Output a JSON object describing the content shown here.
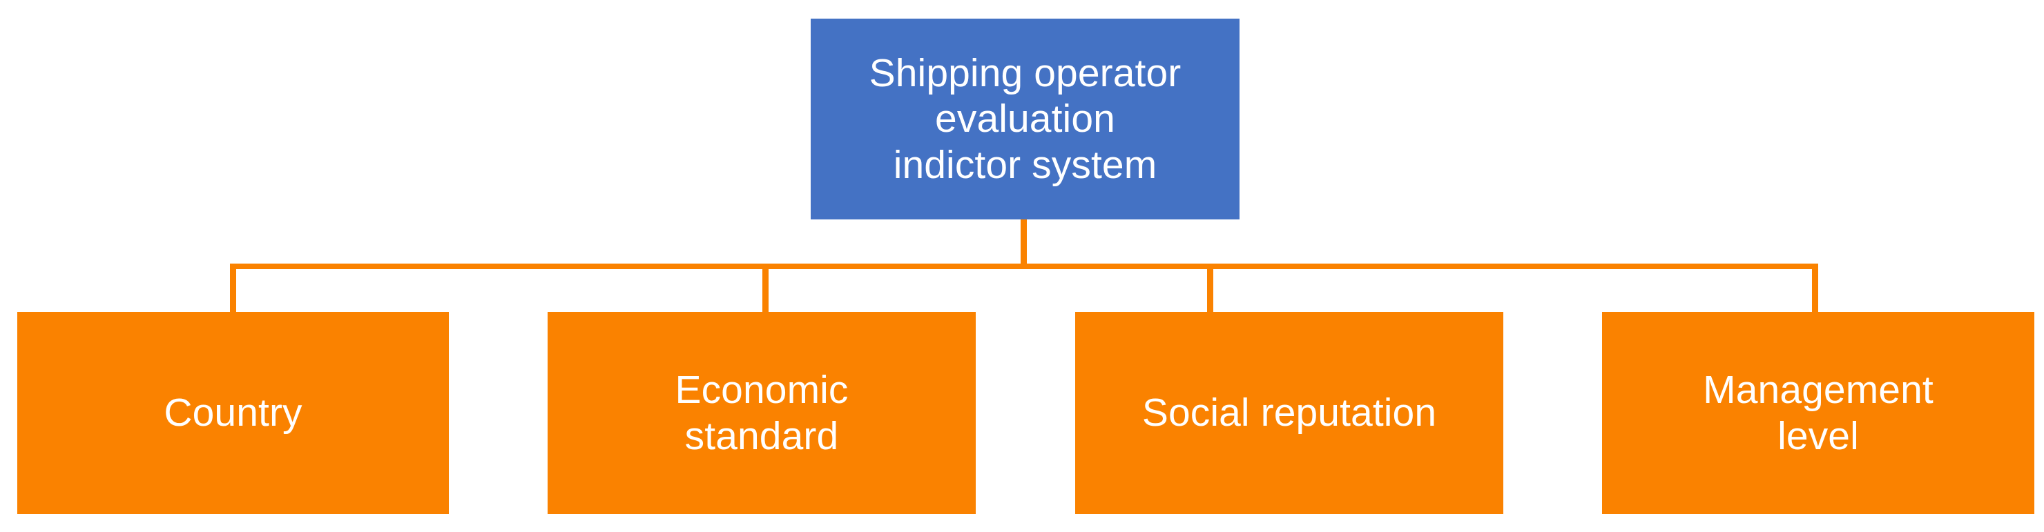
{
  "diagram": {
    "title": "Shipping operator evaluation indictor system",
    "type": "hierarchy-tree",
    "orientation": "top-down",
    "background_color": "#FFFFFF",
    "root": {
      "label": "Shipping operator\nevaluation\nindictor system",
      "fill_color": "#4472C4",
      "text_color": "#FFFFFF"
    },
    "children": [
      {
        "label": "Country",
        "fill_color": "#FA8200",
        "text_color": "#FFFFFF"
      },
      {
        "label": "Economic\nstandard",
        "fill_color": "#FA8200",
        "text_color": "#FFFFFF"
      },
      {
        "label": "Social reputation",
        "fill_color": "#FA8200",
        "text_color": "#FFFFFF"
      },
      {
        "label": "Management\nlevel",
        "fill_color": "#FA8200",
        "text_color": "#FFFFFF"
      }
    ],
    "connector_color": "#FA8200"
  }
}
